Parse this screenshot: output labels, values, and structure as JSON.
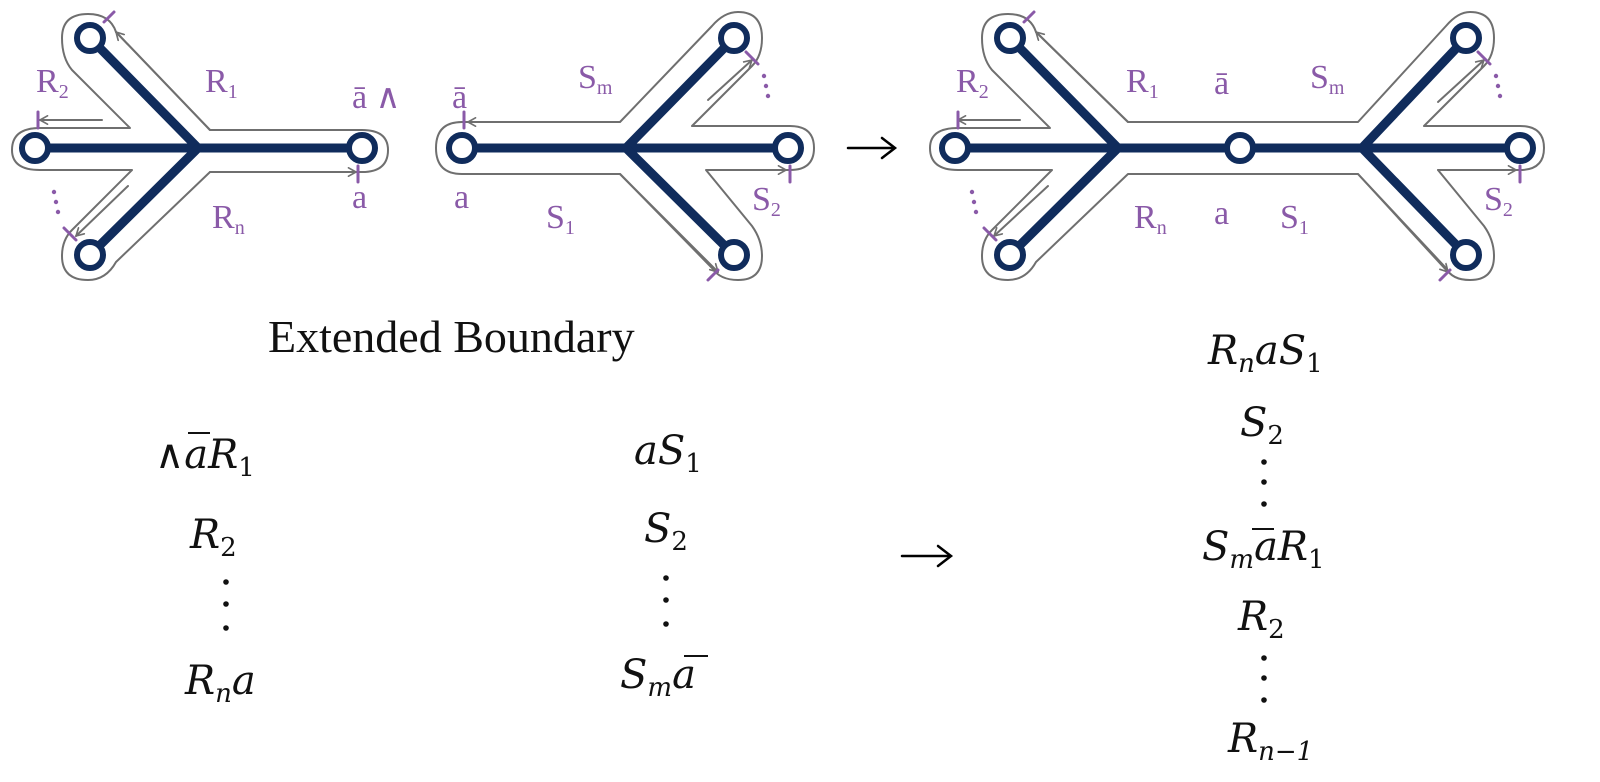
{
  "diagram": {
    "left_tree": {
      "labels": {
        "r1": {
          "base": "R",
          "sub": "1"
        },
        "r2": {
          "base": "R",
          "sub": "2"
        },
        "rn": {
          "base": "R",
          "sub": "n"
        },
        "abar_wedge": "ā ∧",
        "a": "a"
      }
    },
    "middle_tree": {
      "labels": {
        "sm": {
          "base": "S",
          "sub": "m"
        },
        "s1": {
          "base": "S",
          "sub": "1"
        },
        "s2": {
          "base": "S",
          "sub": "2"
        },
        "abar": "ā",
        "a": "a"
      }
    },
    "right_tree": {
      "labels": {
        "r1": {
          "base": "R",
          "sub": "1"
        },
        "r2": {
          "base": "R",
          "sub": "2"
        },
        "rn": {
          "base": "R",
          "sub": "n"
        },
        "abar": "ā",
        "a": "a",
        "sm": {
          "base": "S",
          "sub": "m"
        },
        "s1": {
          "base": "S",
          "sub": "1"
        },
        "s2": {
          "base": "S",
          "sub": "2"
        }
      }
    },
    "arrow_glyph": "→"
  },
  "caption": "Extended Boundary",
  "sequences": {
    "left": [
      {
        "pre": "∧",
        "over": "a",
        "base": "R",
        "sub": "1",
        "post": ""
      },
      {
        "pre": "",
        "over": "",
        "base": "R",
        "sub": "2",
        "post": ""
      },
      {
        "pre": "",
        "over": "",
        "base": "R",
        "sub": "n",
        "post": "a"
      }
    ],
    "middle": [
      {
        "pre": "a",
        "over": "",
        "base": "S",
        "sub": "1",
        "post": ""
      },
      {
        "pre": "",
        "over": "",
        "base": "S",
        "sub": "2",
        "post": ""
      },
      {
        "pre": "",
        "over": "",
        "base": "S",
        "sub": "m",
        "post": "",
        "overpost": "a"
      }
    ],
    "right": [
      {
        "text": [
          {
            "b": "R"
          },
          {
            "s": "n"
          },
          {
            "b": "a"
          },
          {
            "b": "S"
          },
          {
            "s": "1"
          }
        ]
      },
      {
        "text": [
          {
            "b": "S"
          },
          {
            "s": "2"
          }
        ]
      },
      {
        "text": [
          {
            "b": "S"
          },
          {
            "s": "m"
          },
          {
            "o": "a"
          },
          {
            "b": "R"
          },
          {
            "s": "1"
          }
        ]
      },
      {
        "text": [
          {
            "b": "R"
          },
          {
            "s": "2"
          }
        ]
      },
      {
        "text": [
          {
            "b": "R"
          },
          {
            "s": "n−1"
          }
        ]
      }
    ]
  }
}
